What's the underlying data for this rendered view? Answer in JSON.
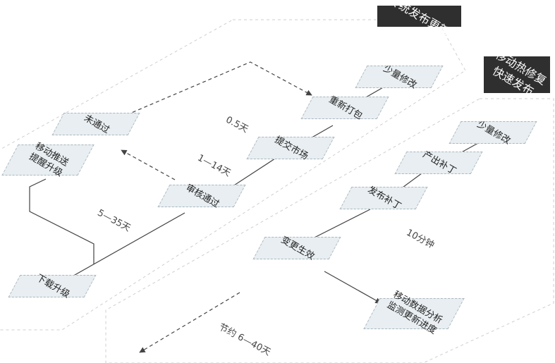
{
  "tags": {
    "traditional": "传统发布更新",
    "hotfix_line1": "移动热修复",
    "hotfix_line2": "快速发布"
  },
  "nodes": {
    "small_change_a": "少量修改",
    "repackage": "重新打包",
    "submit_market": "提交市场",
    "not_passed": "未通过",
    "review_passed": "审核通过",
    "push_upgrade_line1": "移动推送",
    "push_upgrade_line2": "提醒升级",
    "download_upgrade": "下载升级",
    "small_change_b": "少量修改",
    "generate_patch": "产出补丁",
    "publish_patch": "发布补丁",
    "change_effective": "变更生效",
    "analytics_line1": "移动数据分析",
    "analytics_line2": "监测更新进度"
  },
  "durations": {
    "repackage": "0.5天",
    "submit": "1—14天",
    "review": "5—35天",
    "patch": "10分钟",
    "saving": "节约 6—40天"
  },
  "colors": {
    "node_fill": "#e8eef1",
    "node_border": "#aab7bf",
    "arrow": "#444444",
    "tag_bg": "#2f2f2f"
  }
}
